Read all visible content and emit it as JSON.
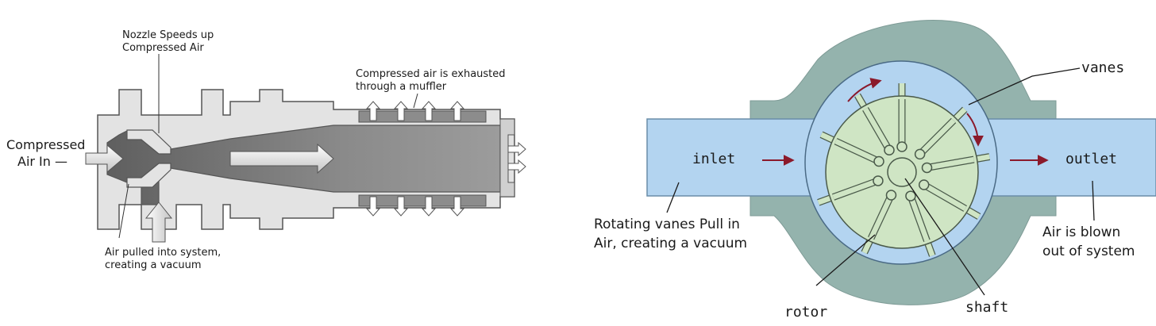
{
  "ejector": {
    "labels": {
      "nozzle": [
        "Nozzle Speeds up",
        "Compressed Air"
      ],
      "exhaust": [
        "Compressed air is exhausted",
        "through a muffler"
      ],
      "compressed_in": [
        "Compressed",
        "Air In —"
      ],
      "vacuum": [
        "Air pulled into system,",
        "creating a vacuum"
      ]
    }
  },
  "vane_pump": {
    "labels": {
      "vanes": "vanes",
      "inlet": "inlet",
      "outlet": "outlet",
      "rotor": "rotor",
      "shaft": "shaft",
      "rotating": [
        "Rotating vanes Pull in",
        "Air, creating a vacuum"
      ],
      "blown": [
        "Air is blown",
        "out of system"
      ]
    },
    "colors": {
      "housing": "#94b3ad",
      "chamber": "#b3d4f0",
      "rotor": "#cfe5c4",
      "flow_arrow": "#8b1a2b"
    }
  },
  "colors": {
    "body_light": "#e3e3e3",
    "body_dark": "#8c8c8c",
    "outline": "#555555"
  }
}
